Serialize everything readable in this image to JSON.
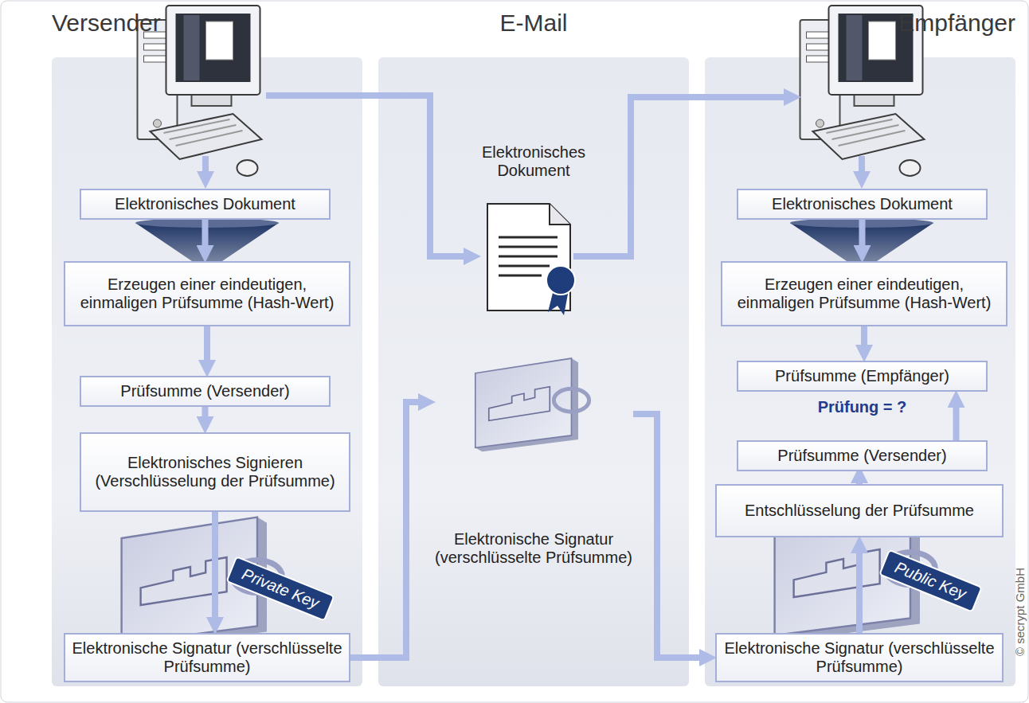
{
  "diagram": {
    "nodes": [
      {
        "text": [
          "Versender"
        ]
      },
      {
        "text": [
          "Elektronisches Dokument"
        ],
        "in": 0
      },
      {
        "text": [
          "Erzeugen einer eindeutigen, einmaligen Prüfsumme (Hash-Wert)"
        ],
        "in": 0
      },
      {
        "text": [
          "Prüfsumme (Versender)"
        ],
        "in": 0
      },
      {
        "text": [
          "Elektronisches Signieren (Verschlüsselung der Prüfsumme)"
        ],
        "in": 0
      },
      {
        "text": [
          "Elektronische Signatur (verschlüsselte Prüfsumme)"
        ],
        "in": 0
      },
      {
        "text": [
          "E-Mail"
        ]
      },
      {
        "text": [
          "Elektronisches Dokument"
        ],
        "in": 6
      },
      {
        "text": [
          "Elektronische Signatur (verschlüsselte Prüfsumme)"
        ],
        "in": 6
      },
      {
        "text": [
          "Empfänger"
        ]
      },
      {
        "text": [
          "Elektronisches Dokument"
        ],
        "in": 9
      },
      {
        "text": [
          "Erzeugen einer eindeutigen, einmaligen Prüfsumme (Hash-Wert)"
        ],
        "in": 9
      },
      {
        "text": [
          "Prüfsumme (Empfänger)"
        ],
        "in": 9
      },
      {
        "text": [
          "Prüfsumme (Versender)"
        ],
        "in": 9
      },
      {
        "text": [
          "Entschlüsselung der Prüfsumme"
        ],
        "in": 9
      },
      {
        "text": [
          "Elektronische Signatur (verschlüsselte Prüfsumme)"
        ],
        "in": 9
      }
    ],
    "edges": [
      {
        "from": 1,
        "to": 2,
        "arrow": "to"
      },
      {
        "from": 2,
        "to": 3,
        "arrow": "to"
      },
      {
        "from": 3,
        "to": 4,
        "arrow": "to"
      },
      {
        "from": 4,
        "to": 5,
        "arrow": "to"
      },
      {
        "from": 5,
        "to": 8,
        "arrow": "to"
      },
      {
        "from": 8,
        "to": 15,
        "arrow": "to"
      },
      {
        "from": 10,
        "to": 11,
        "arrow": "to"
      },
      {
        "from": 11,
        "to": 12,
        "arrow": "to"
      },
      {
        "from": 13,
        "to": 12,
        "arrow": "to"
      },
      {
        "from": 14,
        "to": 13,
        "arrow": "to"
      },
      {
        "from": 15,
        "to": 14,
        "arrow": "to"
      }
    ],
    "labels": [
      "Prüfung = ?",
      "Private Key",
      "Public Key",
      "© secrypt GmbH"
    ]
  }
}
